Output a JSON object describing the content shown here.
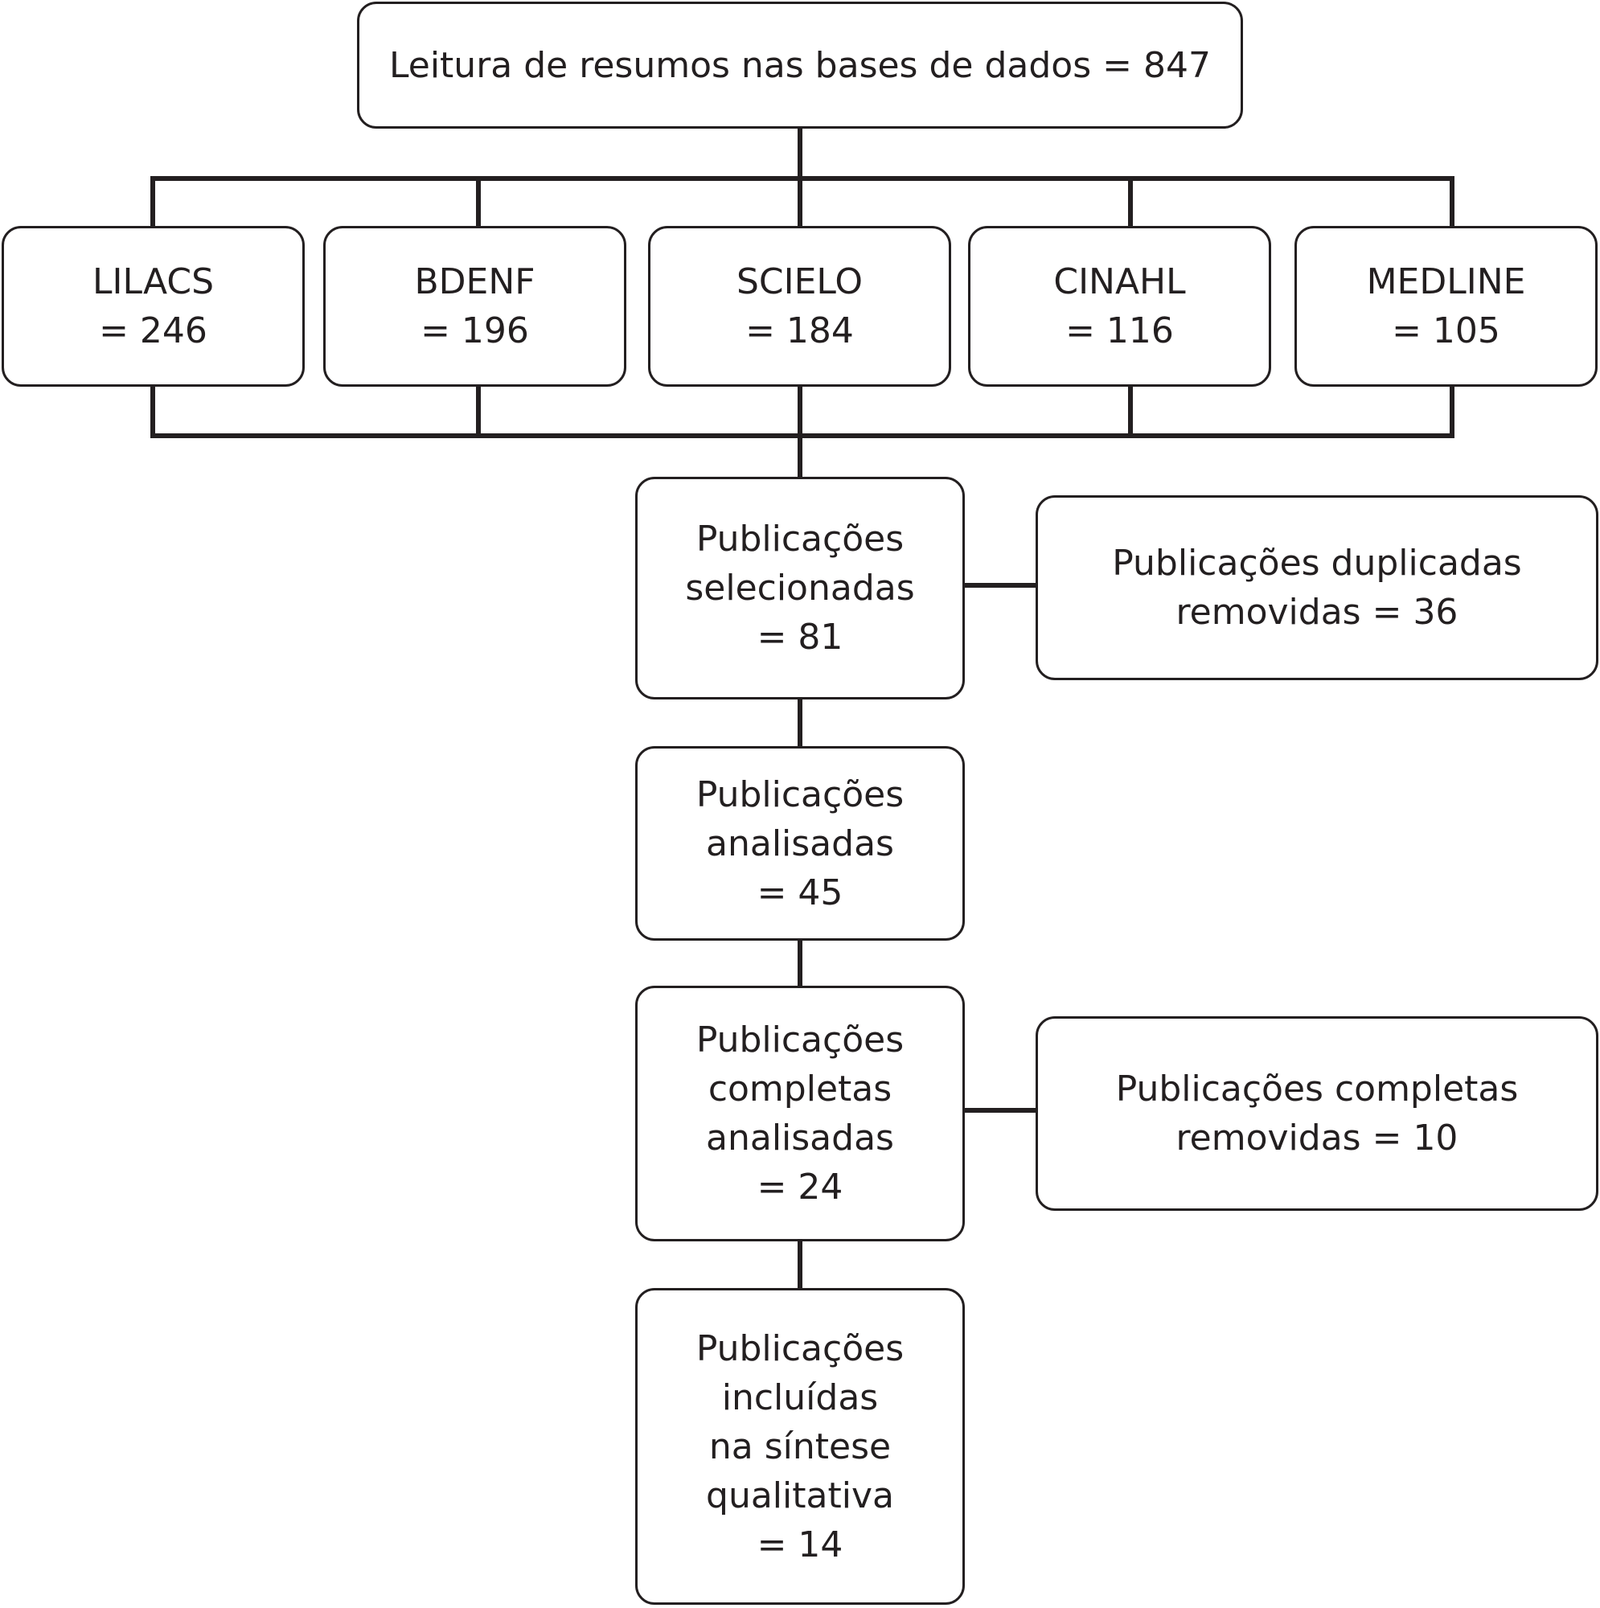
{
  "top": {
    "label": "Leitura de resumos nas bases de dados",
    "value": "= 847"
  },
  "databases": [
    {
      "name": "LILACS",
      "value": "= 246"
    },
    {
      "name": "BDENF",
      "value": "= 196"
    },
    {
      "name": "SCIELO",
      "value": "= 184"
    },
    {
      "name": "CINAHL",
      "value": "= 116"
    },
    {
      "name": "MEDLINE",
      "value": "= 105"
    }
  ],
  "selected": {
    "line1": "Publicações",
    "line2": "selecionadas",
    "value": "= 81"
  },
  "duplicates": {
    "line1": "Publicações duplicadas",
    "line2": "removidas = 36"
  },
  "analyzed": {
    "line1": "Publicações",
    "line2": "analisadas",
    "value": "= 45"
  },
  "full_analyzed": {
    "line1": "Publicações",
    "line2": "completas",
    "line3": "analisadas",
    "value": "= 24"
  },
  "full_removed": {
    "line1": "Publicações completas",
    "line2": "removidas = 10"
  },
  "included": {
    "line1": "Publicações",
    "line2": "incluídas",
    "line3": "na síntese",
    "line4": "qualitativa",
    "value": "= 14"
  }
}
